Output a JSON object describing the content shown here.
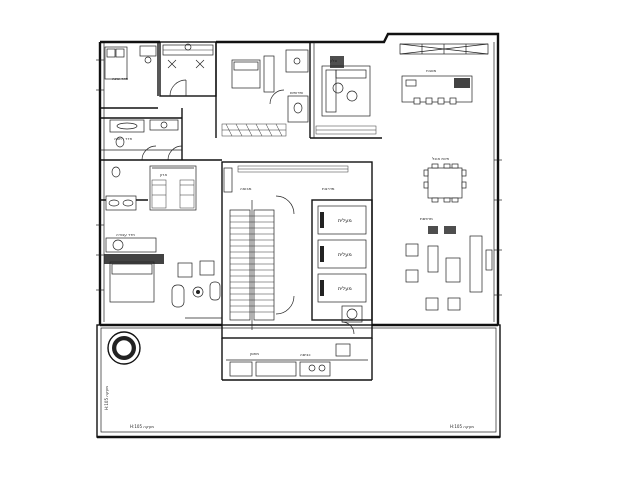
{
  "plan": {
    "stair_note": "מדרגות",
    "shaft_labels": [
      "מעלית",
      "מעלית",
      "מעלית"
    ],
    "terrace_label_bottom_left": "H:105 מעקה",
    "terrace_label_bottom_right": "H:105 מעקה",
    "terrace_label_left_vertical": "H:105 מעקה",
    "room_tags": [
      "חדר שינה",
      "חדר רחצה",
      "מרפסת",
      "מטבח",
      "סלון",
      "פינת אוכל",
      "מבואה",
      "כביסה",
      "ארון",
      "חדר עבודה",
      "מחסן",
      "שירותים"
    ]
  }
}
